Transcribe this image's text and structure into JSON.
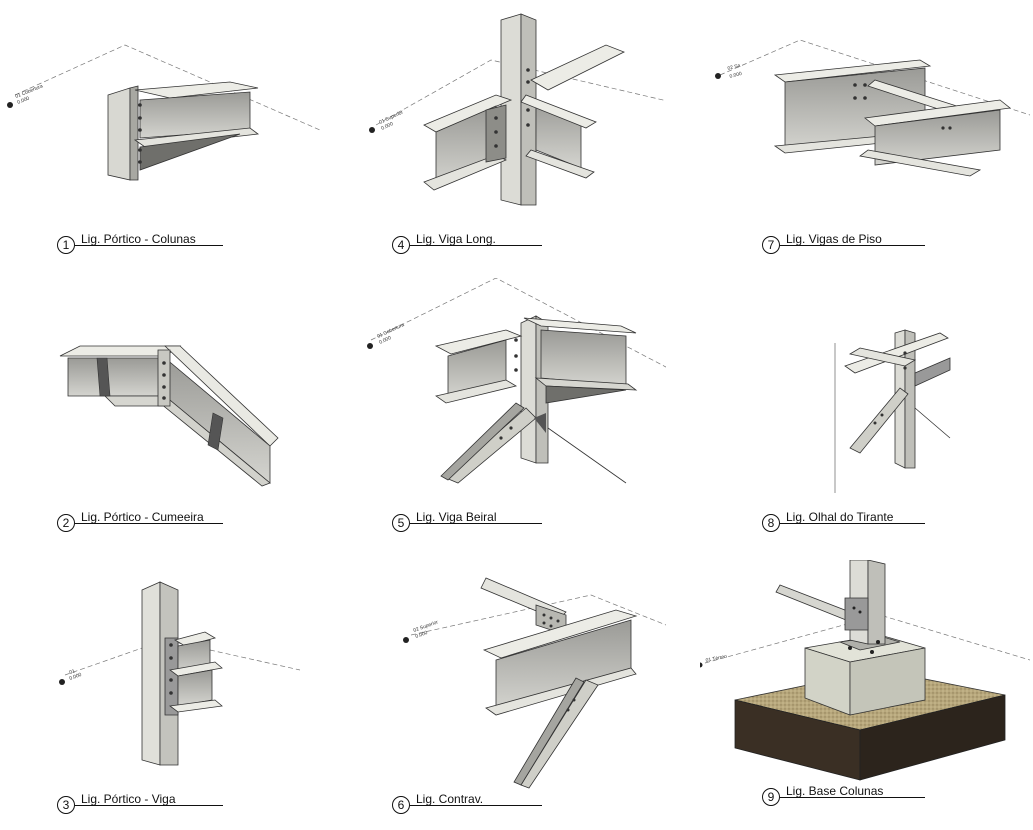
{
  "details": [
    {
      "number": "1",
      "title": "Lig. Pórtico - Colunas"
    },
    {
      "number": "2",
      "title": "Lig. Pórtico - Cumeeira"
    },
    {
      "number": "3",
      "title": "Lig. Pórtico - Viga"
    },
    {
      "number": "4",
      "title": "Lig. Viga Long."
    },
    {
      "number": "5",
      "title": "Lig. Viga Beiral"
    },
    {
      "number": "6",
      "title": "Lig. Contrav."
    },
    {
      "number": "7",
      "title": "Lig. Vigas de Piso"
    },
    {
      "number": "8",
      "title": "Lig. Olhal do Tirante"
    },
    {
      "number": "9",
      "title": "Lig. Base Colunas"
    }
  ],
  "level_markers": [
    {
      "name": "01 Cobertura",
      "elev": "0.000"
    },
    {
      "name": "01 Superior",
      "elev": "0.000"
    },
    {
      "name": "02 Sa",
      "elev": "0.000"
    },
    {
      "name": "01 Cobertura",
      "elev": "0.000"
    },
    {
      "name": "01",
      "elev": "0.000"
    },
    {
      "name": "02 Superior",
      "elev": "0.000"
    },
    {
      "name": "01 Térreo",
      "elev": ""
    }
  ],
  "colors": {
    "steel_light": "#e9e9e2",
    "steel_mid": "#cfcfc8",
    "steel_dark": "#8c8c88",
    "concrete": "#d9dbcf",
    "gravel": "#b5a57c",
    "soil": "#3a2f24"
  }
}
